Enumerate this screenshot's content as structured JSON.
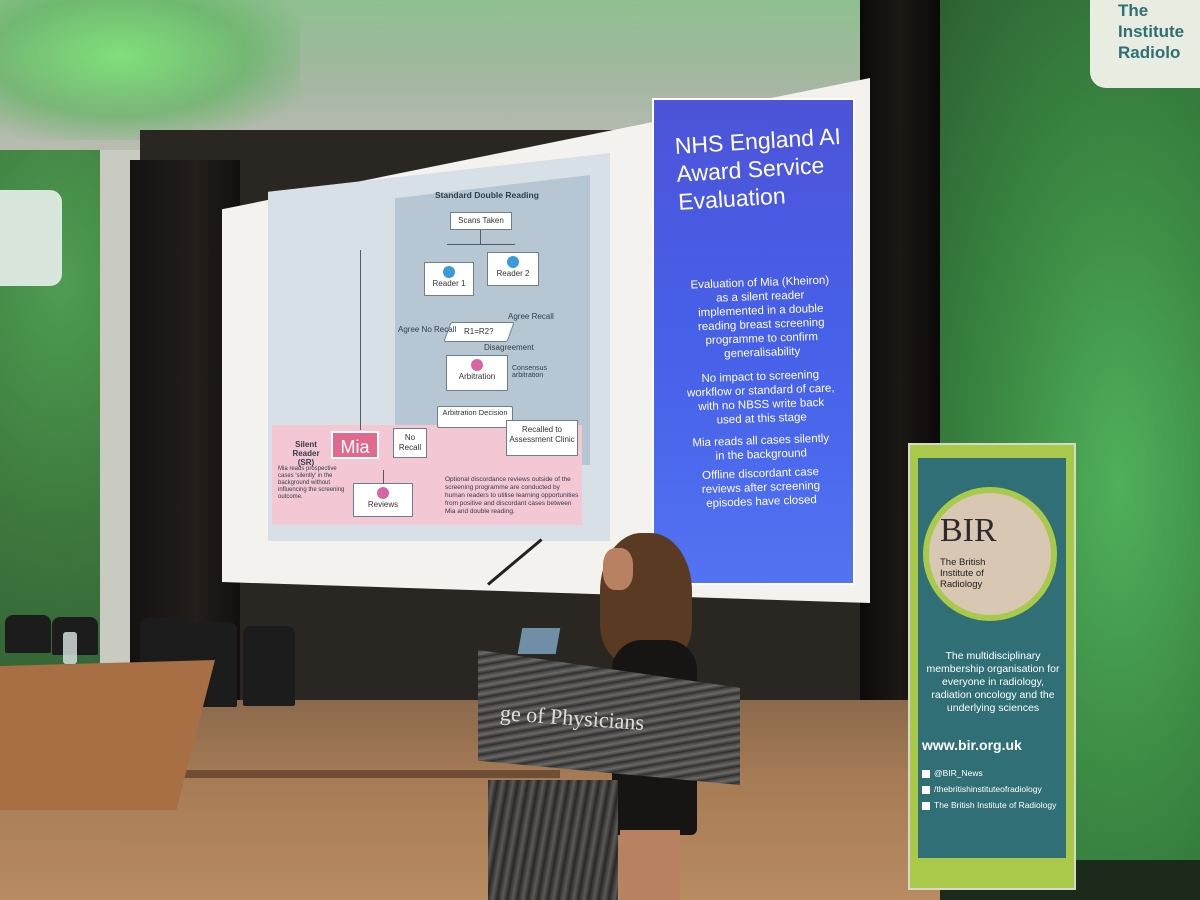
{
  "slide": {
    "title": "NHS England AI Award Service Evaluation",
    "bullets": [
      "Evaluation of Mia (Kheiron) as a silent reader implemented in a double reading breast screening programme to confirm generalisability",
      "No impact to screening workflow or standard of care, with no NBSS write back used at this stage",
      "Mia reads all cases silently in the background",
      "Offline discordant case reviews after screening episodes have closed"
    ],
    "flowchart": {
      "heading": "Standard Double Reading",
      "scans_taken": "Scans Taken",
      "reader1": "Reader 1",
      "reader2": "Reader 2",
      "decision": "R1=R2?",
      "agree_no_recall": "Agree No Recall",
      "agree_recall": "Agree Recall",
      "disagreement": "Disagreement",
      "arbitration": "Arbitration",
      "consensus": "Consensus arbitration",
      "arbitration_decision": "Arbitration Decision",
      "no_recall": "No Recall",
      "recalled": "Recalled to Assessment Clinic",
      "silent_reader": "Silent Reader (SR)",
      "mia": "Mia",
      "mia_note": "Mia reads prospective cases 'silently' in the background without influencing the screening outcome.",
      "reviews": "Reviews",
      "reviews_note": "Optional discordance reviews outside of the screening programme are conducted by human readers to utilise learning opportunities from positive and discordant cases between Mia and double reading."
    }
  },
  "banner": {
    "logo": "BIR",
    "org_name": "The British Institute of Radiology",
    "description": "The multidisciplinary membership organisation for everyone in radiology, radiation oncology and the underlying sciences",
    "url": "www.bir.org.uk",
    "twitter": "@BIR_News",
    "facebook": "/thebritishinstituteofradiology",
    "linkedin": "The British Institute of Radiology"
  },
  "lectern_text": "ge of Physicians",
  "corner_sign": "The Institute Radiolo",
  "colors": {
    "slide_blue": "#4d54d9",
    "mia_pink": "#e06a8e",
    "banner_green": "#a9c94a",
    "banner_teal": "#2f6f75",
    "room_green": "#3d7a3e"
  }
}
